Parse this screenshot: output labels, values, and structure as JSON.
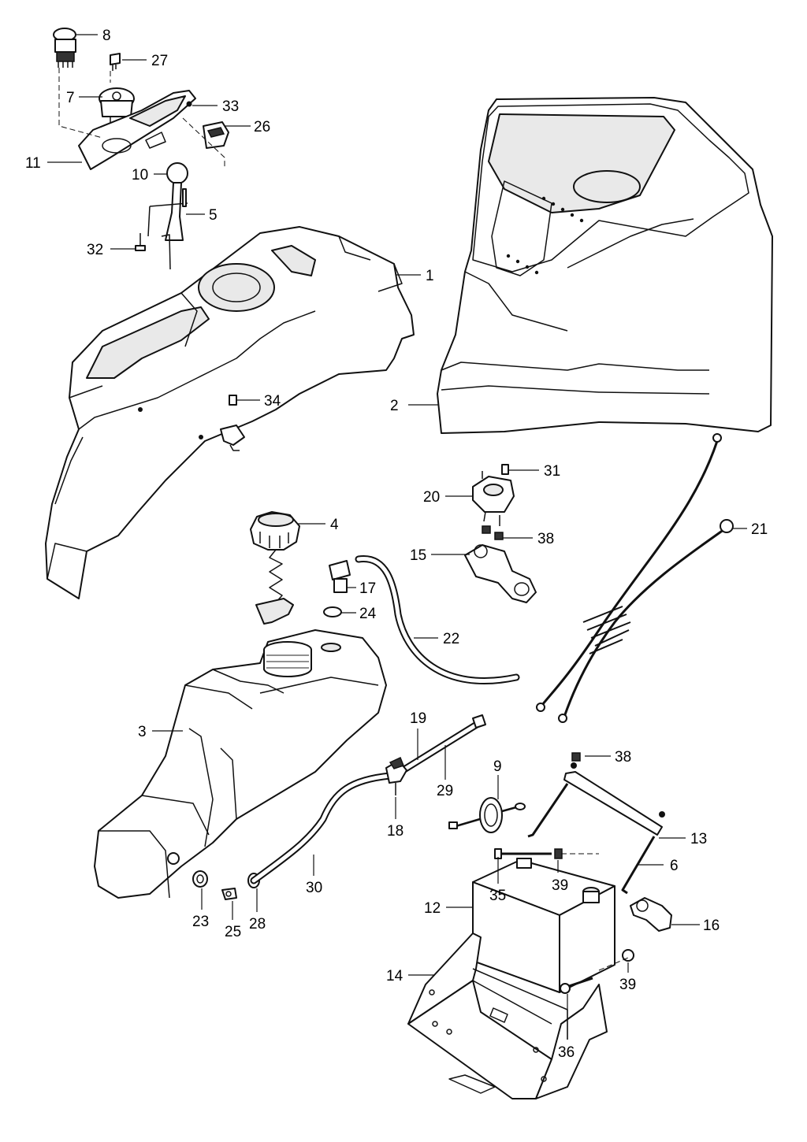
{
  "callouts": [
    {
      "id": "c8",
      "label": "8"
    },
    {
      "id": "c27",
      "label": "27"
    },
    {
      "id": "c7",
      "label": "7"
    },
    {
      "id": "c33",
      "label": "33"
    },
    {
      "id": "c26",
      "label": "26"
    },
    {
      "id": "c11",
      "label": "11"
    },
    {
      "id": "c10",
      "label": "10"
    },
    {
      "id": "c5",
      "label": "5"
    },
    {
      "id": "c32",
      "label": "32"
    },
    {
      "id": "c1",
      "label": "1"
    },
    {
      "id": "c34",
      "label": "34"
    },
    {
      "id": "c2",
      "label": "2"
    },
    {
      "id": "c31",
      "label": "31"
    },
    {
      "id": "c20",
      "label": "20"
    },
    {
      "id": "c21",
      "label": "21"
    },
    {
      "id": "c4",
      "label": "4"
    },
    {
      "id": "c38a",
      "label": "38"
    },
    {
      "id": "c15",
      "label": "15"
    },
    {
      "id": "c17",
      "label": "17"
    },
    {
      "id": "c24",
      "label": "24"
    },
    {
      "id": "c22",
      "label": "22"
    },
    {
      "id": "c3",
      "label": "3"
    },
    {
      "id": "c19",
      "label": "19"
    },
    {
      "id": "c29",
      "label": "29"
    },
    {
      "id": "c9",
      "label": "9"
    },
    {
      "id": "c38b",
      "label": "38"
    },
    {
      "id": "c18",
      "label": "18"
    },
    {
      "id": "c13",
      "label": "13"
    },
    {
      "id": "c6",
      "label": "6"
    },
    {
      "id": "c35",
      "label": "35"
    },
    {
      "id": "c39a",
      "label": "39"
    },
    {
      "id": "c30",
      "label": "30"
    },
    {
      "id": "c23",
      "label": "23"
    },
    {
      "id": "c25",
      "label": "25"
    },
    {
      "id": "c28",
      "label": "28"
    },
    {
      "id": "c12",
      "label": "12"
    },
    {
      "id": "c16",
      "label": "16"
    },
    {
      "id": "c14",
      "label": "14"
    },
    {
      "id": "c39b",
      "label": "39"
    },
    {
      "id": "c36",
      "label": "36"
    }
  ]
}
